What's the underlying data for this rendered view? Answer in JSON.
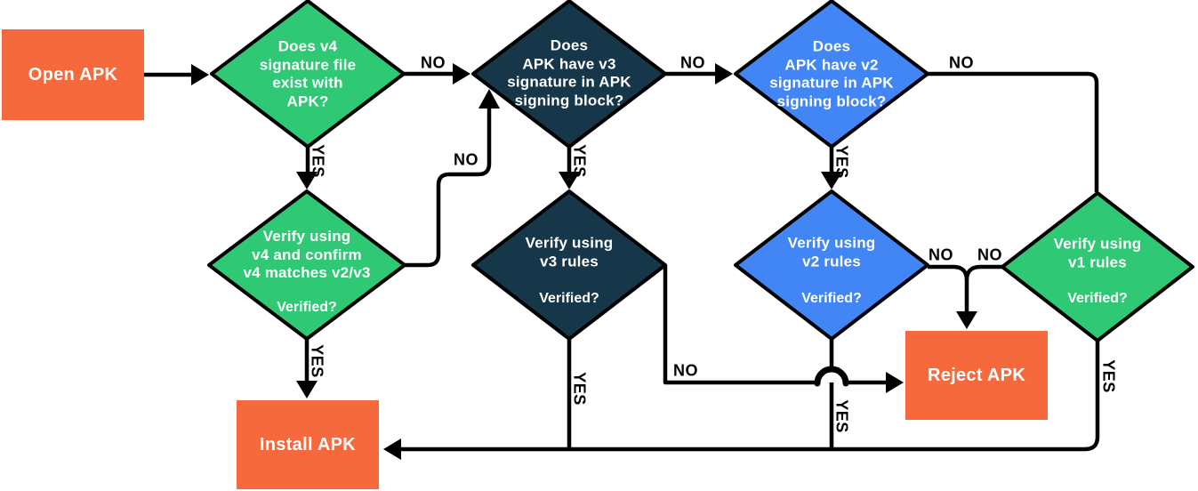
{
  "colors": {
    "green": "#2fc874",
    "navy": "#16374a",
    "blue": "#4285f4",
    "orange": "#f5693d",
    "line": "#000000",
    "node_text": "#ffffff"
  },
  "nodes": {
    "open_apk": {
      "label": "Open APK"
    },
    "v4_exists": {
      "question": "Does v4\nsignature file\nexist with\nAPK?"
    },
    "v3_block": {
      "question": "Does\nAPK have v3\nsignature in APK\nsigning block?"
    },
    "v2_block": {
      "question": "Does\nAPK have v2\nsignature in APK\nsigning block?"
    },
    "verify_v4": {
      "question": "Verify using\nv4 and confirm\nv4 matches v2/v3",
      "verified": "Verified?"
    },
    "verify_v3": {
      "question": "Verify using\nv3 rules",
      "verified": "Verified?"
    },
    "verify_v2": {
      "question": "Verify using\nv2 rules",
      "verified": "Verified?"
    },
    "verify_v1": {
      "question": "Verify using\nv1 rules",
      "verified": "Verified?"
    },
    "reject_apk": {
      "label": "Reject APK"
    },
    "install_apk": {
      "label": "Install APK"
    }
  },
  "edge_labels": {
    "v4_no": "NO",
    "v4_yes": "YES",
    "v3_no": "NO",
    "v3_yes": "YES",
    "v2_no": "NO",
    "v2_yes": "YES",
    "verify_v4_no": "NO",
    "verify_v4_yes": "YES",
    "verify_v3_no": "NO",
    "verify_v3_yes": "YES",
    "verify_v2_no": "NO",
    "verify_v2_yes": "YES",
    "verify_v1_no": "NO",
    "verify_v1_yes": "YES"
  }
}
